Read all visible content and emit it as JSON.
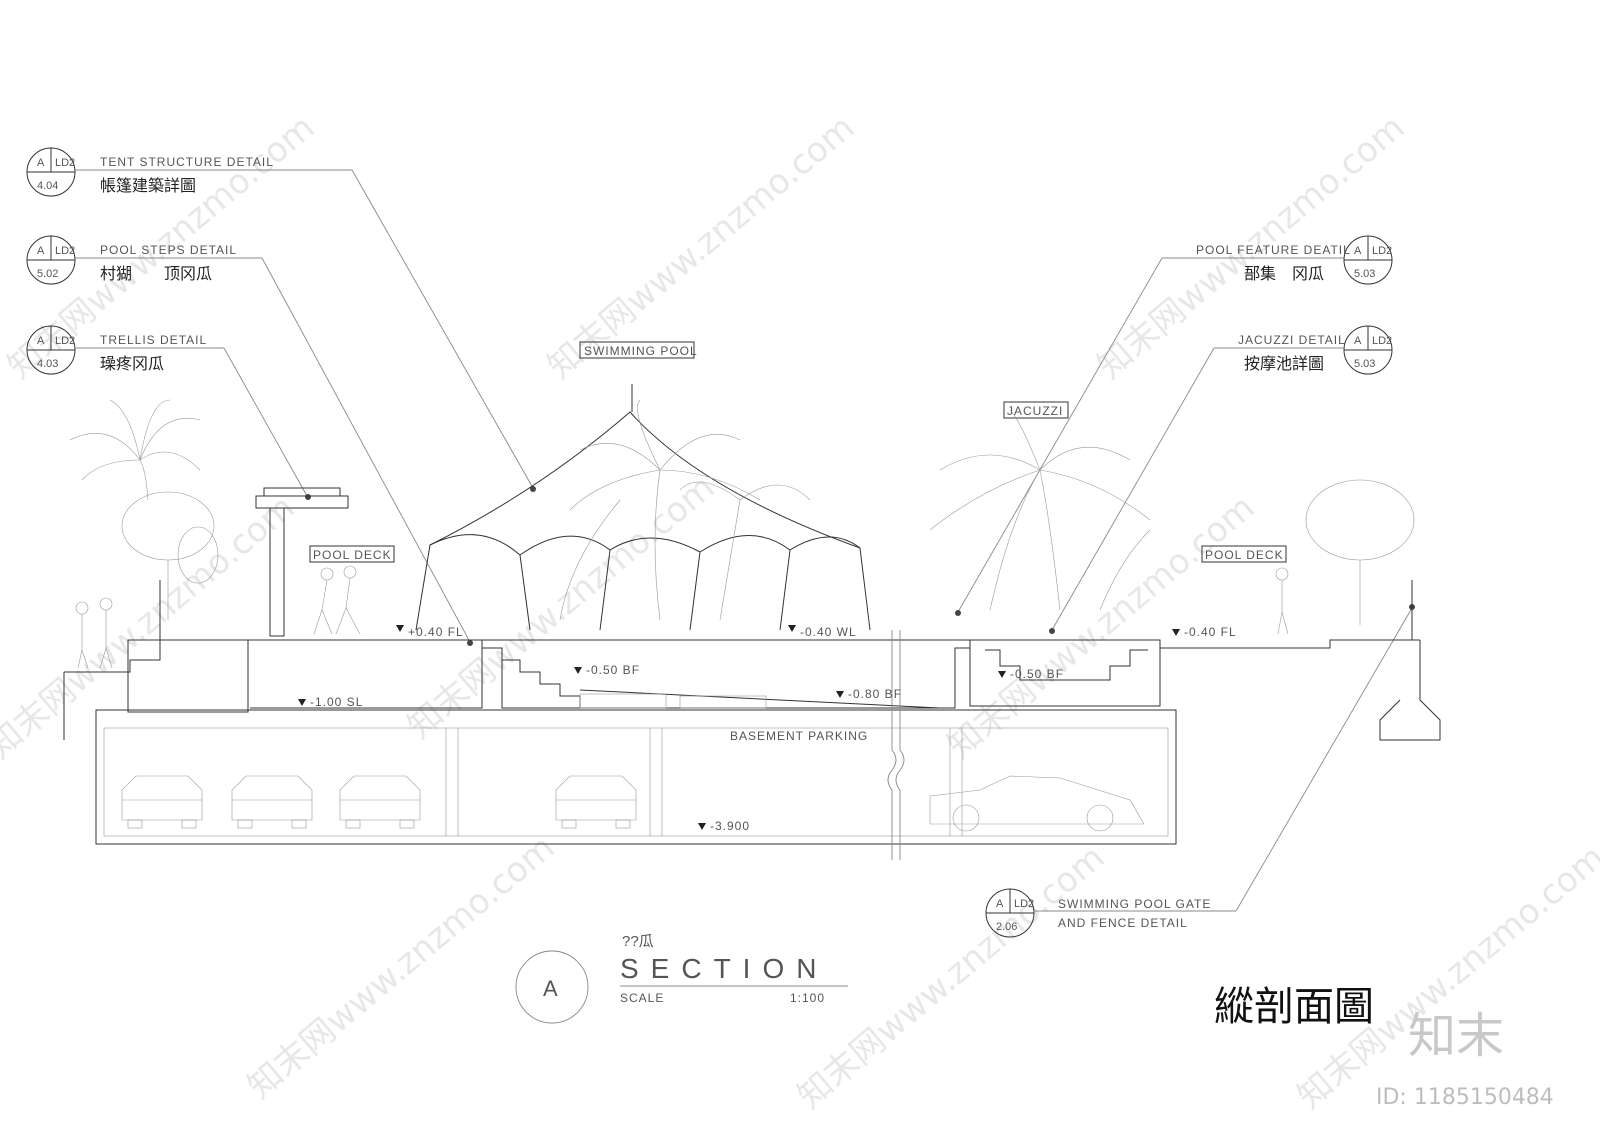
{
  "callouts": [
    {
      "letter": "A",
      "sheet": "LD2",
      "num": "4.04",
      "en": "TENT STRUCTURE DETAIL",
      "cn": "帳篷建築詳圖"
    },
    {
      "letter": "A",
      "sheet": "LD2",
      "num": "5.02",
      "en": "POOL STEPS DETAIL",
      "cn": "村猢　　顶冈瓜"
    },
    {
      "letter": "A",
      "sheet": "LD2",
      "num": "4.03",
      "en": "TRELLIS DETAIL",
      "cn": "璪疼冈瓜"
    },
    {
      "letter": "A",
      "sheet": "LD2",
      "num": "5.03",
      "en": "POOL FEATURE DEATIL",
      "cn": "郚集　冈瓜"
    },
    {
      "letter": "A",
      "sheet": "LD2",
      "num": "5.03",
      "en": "JACUZZI DETAIL",
      "cn": "按摩池詳圖"
    },
    {
      "letter": "A",
      "sheet": "LD2",
      "num": "2.06",
      "en": "SWIMMING POOL GATE",
      "en2": "AND FENCE DETAIL"
    }
  ],
  "area_labels": {
    "swimming_pool": "SWIMMING POOL",
    "jacuzzi": "JACUZZI",
    "pool_deck_left": "POOL DECK",
    "pool_deck_right": "POOL DECK",
    "basement_parking": "BASEMENT PARKING"
  },
  "levels": {
    "fl_left": "+0.40  FL",
    "wl": "-0.40  WL",
    "bf_pool": "-0.50  BF",
    "bf_deep": "-0.80  BF",
    "sl": "-1.00  SL",
    "bf_jacuzzi": "-0.50  BF",
    "fl_right": "-0.40  FL",
    "basement": "-3.900"
  },
  "section_title": {
    "marker": "A",
    "garbled": "??瓜",
    "title": "SECTION",
    "scale_label": "SCALE",
    "scale_value": "1:100"
  },
  "chinese_title": "縱剖面圖",
  "watermark": {
    "text": "知末网www.znzmo.com",
    "brand": "知末",
    "id": "ID: 1185150484"
  }
}
